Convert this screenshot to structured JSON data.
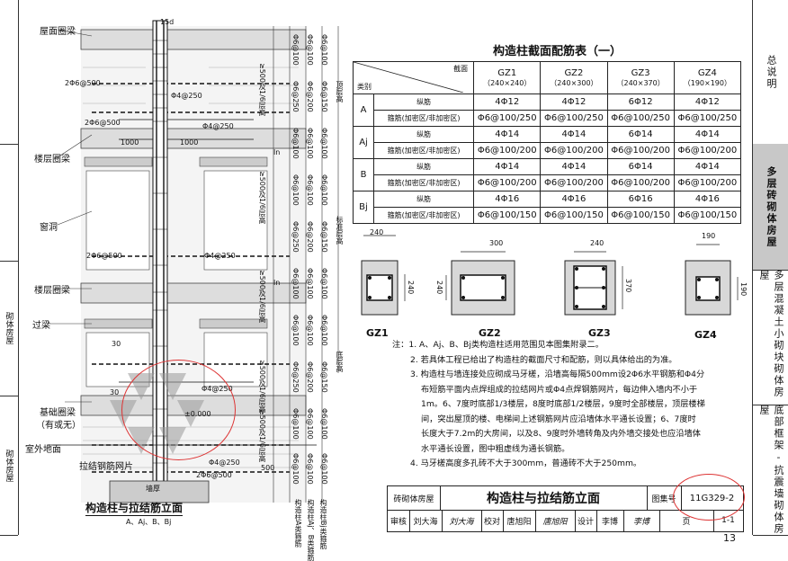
{
  "left_index": {
    "items": [
      "砌体房屋",
      "砌体房屋"
    ]
  },
  "right_index": {
    "items": [
      {
        "label": "总说明",
        "active": false
      },
      {
        "label": "多层砖砌体房屋",
        "active": true
      },
      {
        "label": "多层混凝土小砌块砌体房屋",
        "active": false
      },
      {
        "label": "底部框架-抗震墙砌体房屋",
        "active": false
      }
    ]
  },
  "elevation": {
    "labels_left": {
      "roof_beam": "屋面圈梁",
      "floor_beam_1": "楼层圈梁",
      "window": "窗洞",
      "floor_beam_2": "楼层圈梁",
      "lintel": "过梁",
      "foundation_beam": "基础圈梁",
      "foundation_beam_note": "（有或无）",
      "ground": "室外地面",
      "mesh_label": "拉结钢筋网片"
    },
    "bars": {
      "top": "15d",
      "b1": "2Φ6@500",
      "b2": "Φ4@250",
      "b3": "2Φ6@500",
      "b4": "Φ4@250",
      "w1": "1000",
      "w2": "1000",
      "b5": "2Φ6@500",
      "b6": "Φ4@250",
      "b7": "Φ4@250",
      "b8": "Φ4@250",
      "b9": "2Φ6@500",
      "dim30a": "30",
      "dim30b": "30",
      "level": "±0.000",
      "dim500": "500",
      "width": "墙厚"
    },
    "dims_right": {
      "a1": "≥500及1/6层高",
      "a2": "≥500及1/6层高",
      "a3": "≥500及1/6层高",
      "a4": "≥500及1/6层高",
      "a5": "≥500及1/6层高",
      "ln1": "ln",
      "ln2": "ln",
      "tier_top": "顶层高",
      "tier_std": "标准层高",
      "tier_bottom": "底层高",
      "col_labels": [
        "构造柱A类箍筋",
        "构造柱Aj、B类箍筋",
        "构造柱Bj类箍筋"
      ]
    },
    "stirrups": {
      "c1": [
        "Φ6@100",
        "Φ6@250",
        "Φ6@100",
        "Φ6@100",
        "Φ6@250",
        "Φ6@100",
        "Φ6@100",
        "Φ6@250",
        "Φ6@100",
        "Φ6@100"
      ],
      "c2": [
        "Φ6@100",
        "Φ6@200",
        "Φ6@100",
        "Φ6@100",
        "Φ6@200",
        "Φ6@100",
        "Φ6@100",
        "Φ6@200",
        "Φ6@100",
        "Φ6@100"
      ],
      "c3": [
        "Φ6@100",
        "Φ6@150",
        "Φ6@100",
        "Φ6@100",
        "Φ6@150",
        "Φ6@100",
        "Φ6@100",
        "Φ6@150",
        "Φ6@100",
        "Φ6@100"
      ]
    },
    "caption": "构造柱与拉结筋立面",
    "caption_sub": "A、Aj、B、Bj"
  },
  "table": {
    "title": "构造柱截面配筋表（一）",
    "corner_top": "截面",
    "corner_bottom": "类别",
    "columns": [
      {
        "name": "GZ1",
        "size": "（240×240）"
      },
      {
        "name": "GZ2",
        "size": "（240×300）"
      },
      {
        "name": "GZ3",
        "size": "（240×370）"
      },
      {
        "name": "GZ4",
        "size": "（190×190）"
      }
    ],
    "rows": [
      {
        "cat": "A",
        "long_label": "纵筋",
        "long": [
          "4Φ12",
          "4Φ12",
          "6Φ12",
          "4Φ12"
        ],
        "stir_label": "箍筋(加密区/非加密区)",
        "stir": [
          "Φ6@100/250",
          "Φ6@100/250",
          "Φ6@100/250",
          "Φ6@100/250"
        ]
      },
      {
        "cat": "Aj",
        "long_label": "纵筋",
        "long": [
          "4Φ14",
          "4Φ14",
          "6Φ14",
          "4Φ14"
        ],
        "stir_label": "箍筋(加密区/非加密区)",
        "stir": [
          "Φ6@100/200",
          "Φ6@100/200",
          "Φ6@100/200",
          "Φ6@100/200"
        ]
      },
      {
        "cat": "B",
        "long_label": "纵筋",
        "long": [
          "4Φ14",
          "4Φ14",
          "6Φ14",
          "4Φ14"
        ],
        "stir_label": "箍筋(加密区/非加密区)",
        "stir": [
          "Φ6@100/200",
          "Φ6@100/200",
          "Φ6@100/200",
          "Φ6@100/200"
        ]
      },
      {
        "cat": "Bj",
        "long_label": "纵筋",
        "long": [
          "4Φ16",
          "4Φ16",
          "6Φ16",
          "4Φ16"
        ],
        "stir_label": "箍筋(加密区/非加密区)",
        "stir": [
          "Φ6@100/150",
          "Φ6@100/150",
          "Φ6@100/150",
          "Φ6@100/150"
        ]
      }
    ]
  },
  "sections": [
    {
      "name": "GZ1",
      "w": "240",
      "h": "240"
    },
    {
      "name": "GZ2",
      "w": "300",
      "h": "240"
    },
    {
      "name": "GZ3",
      "w": "240",
      "h": "370"
    },
    {
      "name": "GZ4",
      "w": "190",
      "h": "190"
    }
  ],
  "notes": [
    "注：1. A、Aj、B、Bj类构造柱适用范围见本图集附录二。",
    "2. 若具体工程已给出了构造柱的截面尺寸和配筋，则以具体给出的为准。",
    "3. 构造柱与墙连接处应砌成马牙槎，沿墙高每隔500mm设2Φ6水平钢筋和Φ4分",
    "布短筋平面内点焊组成的拉结网片或Φ4点焊钢筋网片，每边伸入墙内不小于",
    "1m。6、7度时底部1/3楼层，8度时底部1/2楼层，9度时全部楼层，顶层楼梯",
    "间，突出屋顶的楼、电梯间上述钢筋网片应沿墙体水平通长设置；6、7度时",
    "长度大于7.2m的大房间，以及8、9度时外墙转角及内外墙交接处也应沿墙体",
    "水平通长设置，图中粗虚线为通长钢筋。",
    "4. 马牙槎高度多孔砖不大于300mm，普通砖不大于250mm。"
  ],
  "title_block": {
    "category": "砖砌体房屋",
    "title": "构造柱与拉结筋立面",
    "atlas_label": "图集号",
    "atlas_no": "11G329-2",
    "review_label": "审核",
    "reviewer": "刘大海",
    "reviewer_sig": "刘大海",
    "check_label": "校对",
    "checker": "唐旭阳",
    "checker_sig": "唐旭阳",
    "design_label": "设计",
    "designer": "李博",
    "designer_sig": "李博",
    "page_label": "页",
    "page": "1-1"
  },
  "page_number": "13"
}
